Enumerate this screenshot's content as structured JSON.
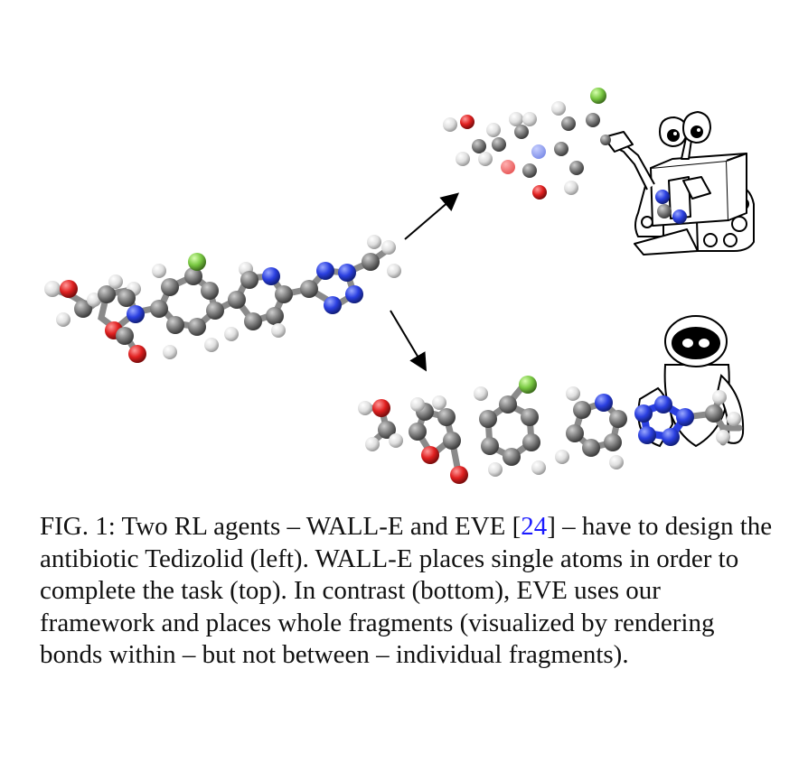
{
  "figure": {
    "label": "FIG. 1",
    "agents": [
      "WALL-E",
      "EVE"
    ],
    "molecule_name": "Tedizolid",
    "atom_colors": {
      "carbon": "#7a7a7a",
      "hydrogen": "#e6e6e6",
      "oxygen": "#e02020",
      "nitrogen": "#2a3fe0",
      "fluorine": "#7ac943"
    },
    "icons": [
      "wall-e-robot",
      "eve-robot",
      "arrow-up-right",
      "arrow-down-right"
    ]
  },
  "caption": {
    "label": "FIG. 1:",
    "text_before_cite": "Two RL agents – WALL-E and EVE [",
    "cite": "24",
    "text_after_cite": "] – have to design the antibiotic Tedizolid (left). WALL-E places single atoms in order to complete the task (top). In contrast (bottom), EVE uses our framework and places whole fragments (visualized by rendering bonds within – but not between – individual fragments)."
  }
}
